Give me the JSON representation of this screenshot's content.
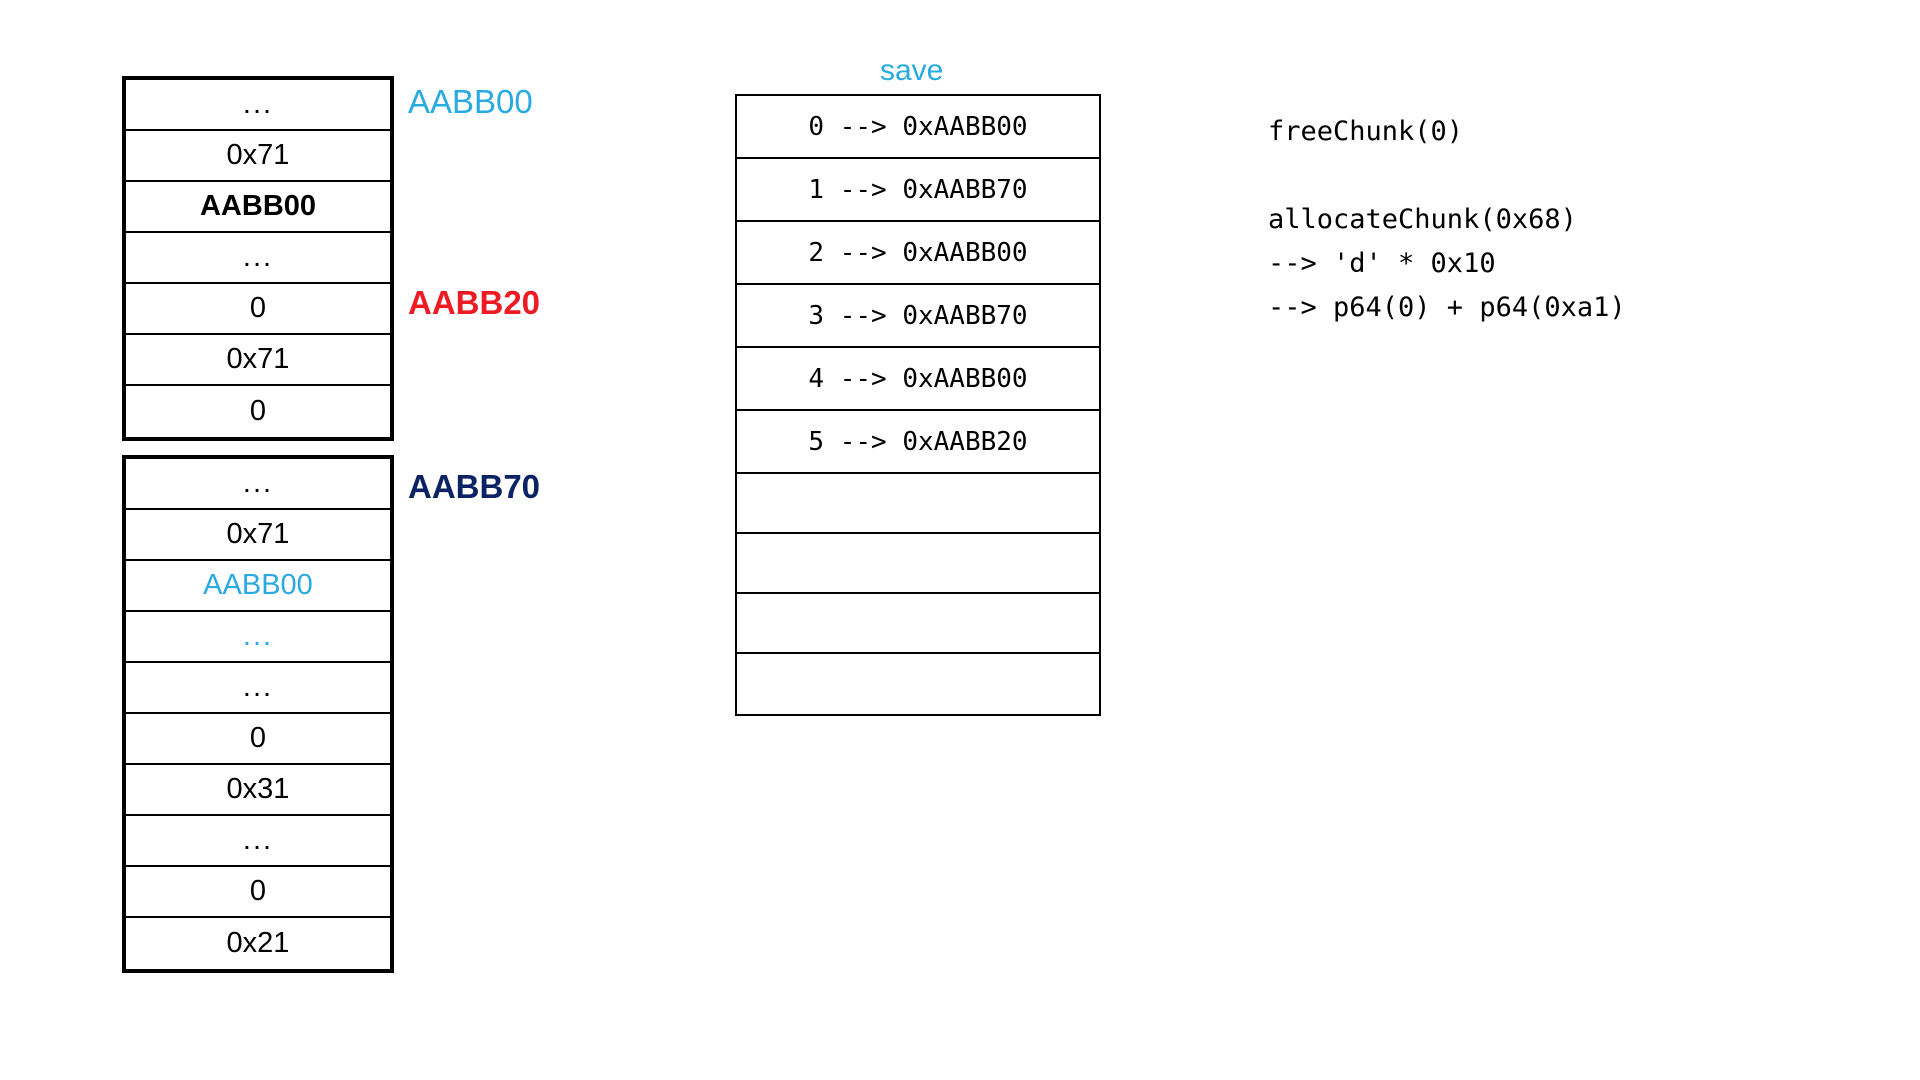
{
  "memory_tables": [
    {
      "name": "chunk-aabb00",
      "rows": [
        {
          "text": "...",
          "style": "plain"
        },
        {
          "text": "0x71",
          "style": "plain"
        },
        {
          "text": "AABB00",
          "style": "bold"
        },
        {
          "text": "...",
          "style": "plain"
        },
        {
          "text": "0",
          "style": "plain"
        },
        {
          "text": "0x71",
          "style": "plain"
        },
        {
          "text": "0",
          "style": "plain"
        }
      ]
    },
    {
      "name": "chunk-aabb70",
      "rows": [
        {
          "text": "...",
          "style": "plain"
        },
        {
          "text": "0x71",
          "style": "plain"
        },
        {
          "text": "AABB00",
          "style": "cyan"
        },
        {
          "text": "...",
          "style": "cyan"
        },
        {
          "text": "...",
          "style": "plain"
        },
        {
          "text": "0",
          "style": "plain"
        },
        {
          "text": "0x31",
          "style": "plain"
        },
        {
          "text": "...",
          "style": "plain"
        },
        {
          "text": "0",
          "style": "plain"
        },
        {
          "text": "0x21",
          "style": "plain"
        }
      ]
    }
  ],
  "address_labels": [
    {
      "name": "aabb00",
      "text": "AABB00",
      "color": "#29abe2"
    },
    {
      "name": "aabb20",
      "text": "AABB20",
      "color": "#ed1c24"
    },
    {
      "name": "aabb70",
      "text": "AABB70",
      "color": "#0b2265"
    }
  ],
  "save_table": {
    "title": "save",
    "title_color": "#29abe2",
    "entries": [
      {
        "index": "0",
        "arrow": "-->",
        "value": "0xAABB00",
        "text": "0 --> 0xAABB00"
      },
      {
        "index": "1",
        "arrow": "-->",
        "value": "0xAABB70",
        "text": "1 --> 0xAABB70"
      },
      {
        "index": "2",
        "arrow": "-->",
        "value": "0xAABB00",
        "text": "2 --> 0xAABB00"
      },
      {
        "index": "3",
        "arrow": "-->",
        "value": "0xAABB70",
        "text": "3 --> 0xAABB70"
      },
      {
        "index": "4",
        "arrow": "-->",
        "value": "0xAABB00",
        "text": "4 --> 0xAABB00"
      },
      {
        "index": "5",
        "arrow": "-->",
        "value": "0xAABB20",
        "text": "5 --> 0xAABB20"
      },
      {
        "index": "",
        "arrow": "",
        "value": "",
        "text": ""
      },
      {
        "index": "",
        "arrow": "",
        "value": "",
        "text": ""
      },
      {
        "index": "",
        "arrow": "",
        "value": "",
        "text": ""
      },
      {
        "index": "",
        "arrow": "",
        "value": "",
        "text": ""
      }
    ]
  },
  "code_block": {
    "lines": [
      "freeChunk(0)",
      "",
      "allocateChunk(0x68)",
      "--> 'd' * 0x10",
      "--> p64(0) + p64(0xa1)"
    ]
  }
}
